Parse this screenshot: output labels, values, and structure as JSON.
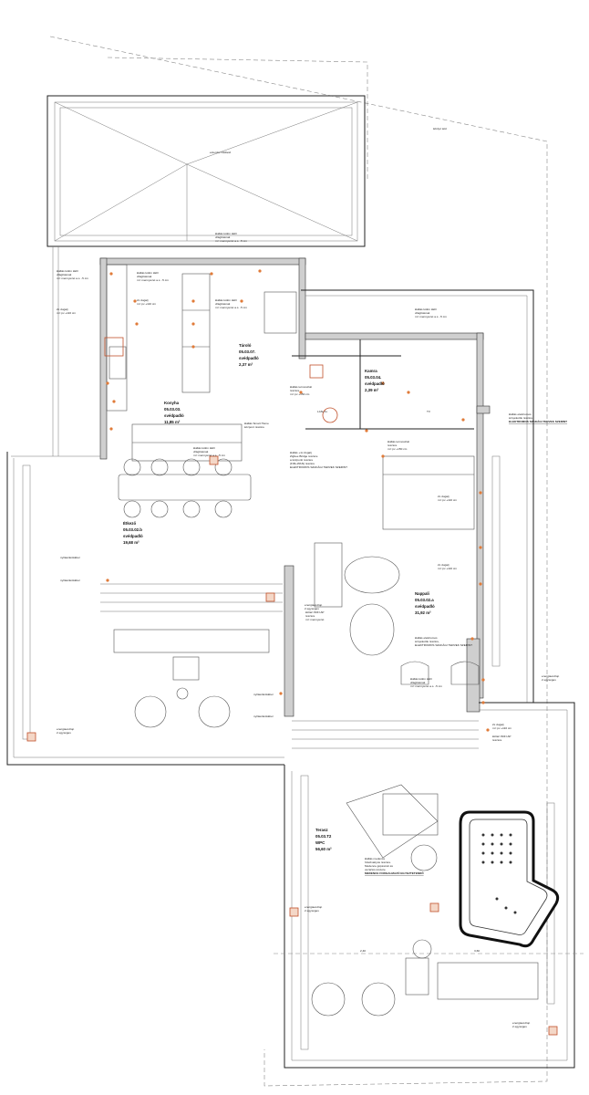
{
  "rooms": {
    "konyha": {
      "name": "Konyha",
      "code": "05.03.03.",
      "floor": "svédpadló",
      "area": "11,85 m²"
    },
    "etkezo": {
      "name": "Étkező",
      "code": "05.03.02.b",
      "floor": "svédpadló",
      "area": "19,68 m²"
    },
    "nappali": {
      "name": "Nappali",
      "code": "05.03.02.a",
      "floor": "svédpadló",
      "area": "31,92 m²"
    },
    "terasz": {
      "name": "Terasz",
      "code": "05.03.T2",
      "floor": "WPC",
      "area": "56,60 m²"
    },
    "kamra": {
      "name": "Kamra",
      "code": "05.03.04.",
      "floor": "svédpadló",
      "area": "2,39 m²"
    },
    "tarolo": {
      "name": "Tároló",
      "code": "05.03.07.",
      "floor": "svédpadló",
      "area": "2,37 m²"
    }
  },
  "labels": {
    "roof_top": "extenzív zöldtető",
    "roof_right": "lefolyó tető",
    "lan": "LAN+1x",
    "tv": "TV",
    "nyilaskapcsolo": "nyílászárókábel",
    "energiaoszlop_1": "energiaoszlop",
    "energiaoszlop_2": "2 egységes",
    "kulteri_wifi": "kültéri WIFI AP",
    "kulteri_wifi_2": "részére",
    "kulteri_wifi_3": "m= mennyezet",
    "led_1": "kiállás külön LED",
    "led_2": "világításnak",
    "led_3": "m= mennyezet a.s. -5 cm",
    "konnektor_1": "2x dugalj",
    "konnektor_2": "m= pv +110 cm",
    "fan_1": "kiállás termosztát",
    "fan_2": "részére",
    "fan_3": "m= pv +150 cm",
    "elektromos_1": "kiállás elektromos",
    "elektromos_2": "árnyékolók részére,",
    "elektromos_3": "ELEKTROMOS SZAKÁGI TERVEK SZERINT",
    "zigbee_1": "kiállás +1x dugalj",
    "zigbee_2": "Zigbee Bridge részére",
    "zigbee_3": "a központi részére",
    "zigbee_4": "(FIR+WAN) részére",
    "zigbee_5": "ELEKTROMOS SZAKÁGI TERVEK SZERINT",
    "smart_1": "kiállás Smart Home",
    "smart_2": "központ részére",
    "jacuzzi_1": "kiállás medence",
    "jacuzzi_2": "hőszivattyús részére.",
    "jacuzzi_3": "Medence gépészeti és",
    "jacuzzi_4": "vezérlés részére",
    "jacuzzi_5": "MEDENCE FORGALMAZÓ EGYEZTETENDŐ",
    "dim_1": "2,40",
    "dim_2": "3,60"
  }
}
